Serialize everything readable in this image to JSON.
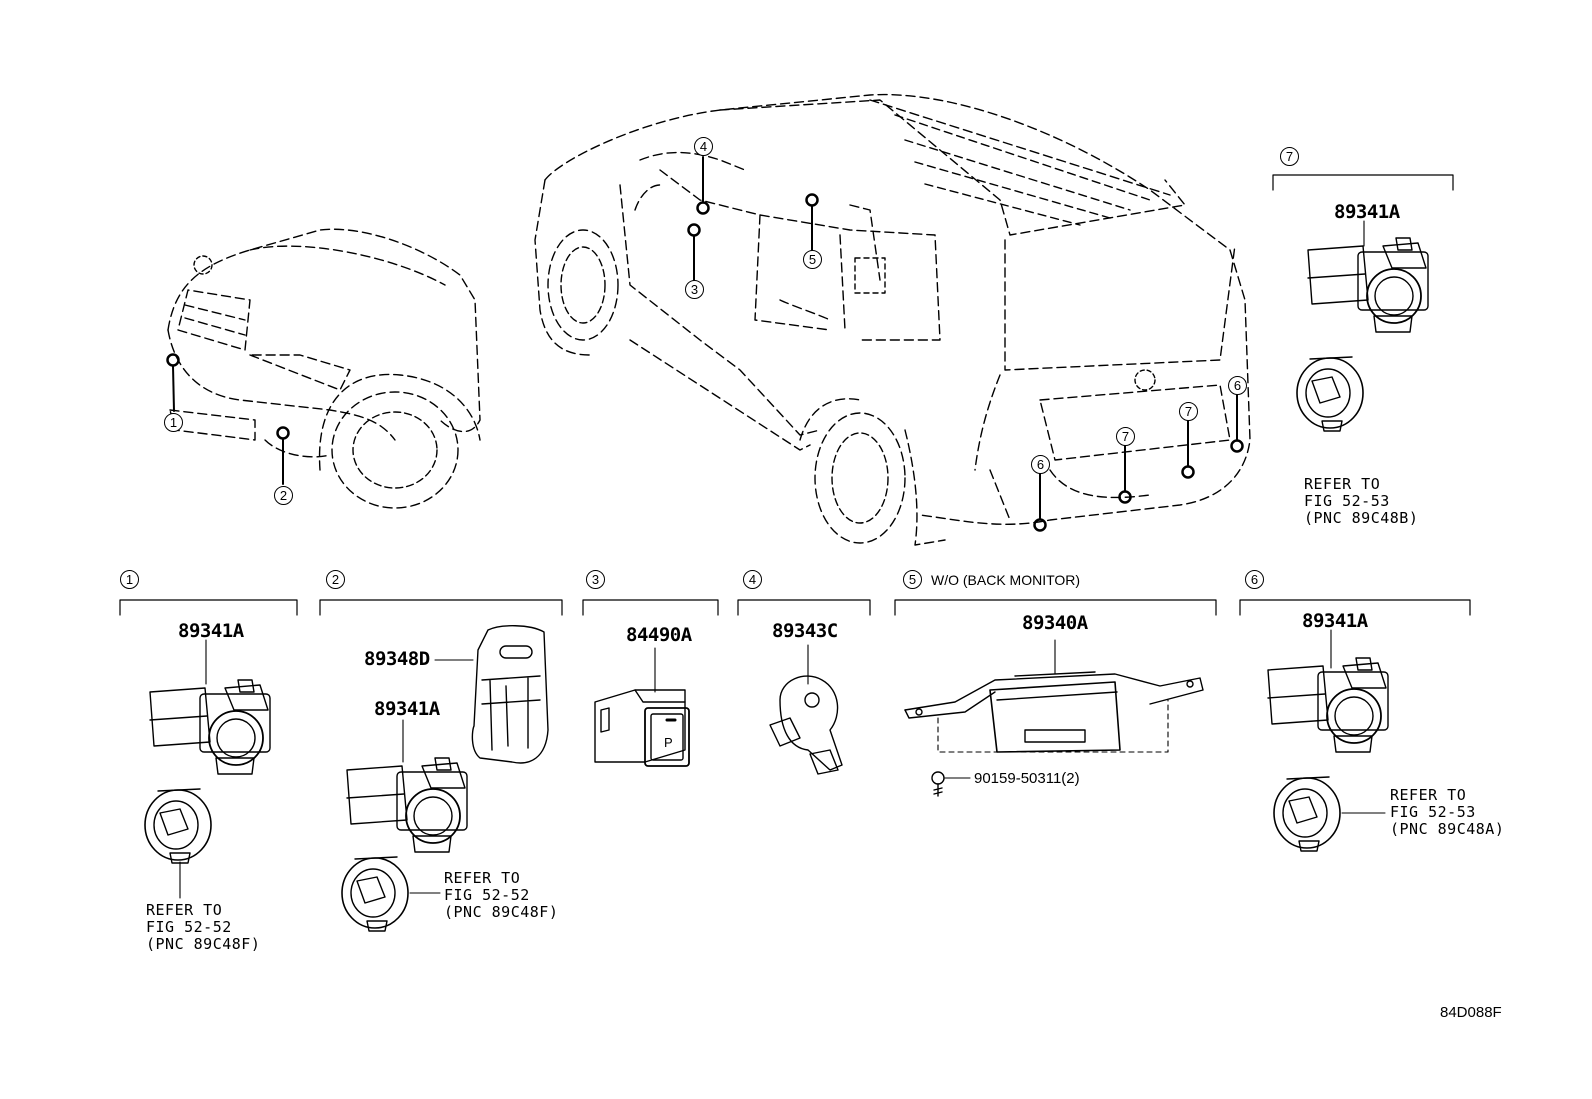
{
  "callouts": [
    "1",
    "2",
    "3",
    "4",
    "5",
    "6",
    "7"
  ],
  "sections": {
    "s1": {
      "num": "1",
      "part": "89341A",
      "refer": [
        "REFER TO",
        "FIG 52-52",
        "(PNC 89C48F)"
      ]
    },
    "s2": {
      "num": "2",
      "parts": [
        "89348D",
        "89341A"
      ],
      "refer": [
        "REFER TO",
        "FIG 52-52",
        "(PNC 89C48F)"
      ]
    },
    "s3": {
      "num": "3",
      "part": "84490A"
    },
    "s4": {
      "num": "4",
      "part": "89343C"
    },
    "s5": {
      "num": "5",
      "note": "W/O (BACK MONITOR)",
      "part": "89340A",
      "bolt": "90159-50311(2)"
    },
    "s6": {
      "num": "6",
      "part": "89341A",
      "refer": [
        "REFER TO",
        "FIG 52-53",
        "(PNC 89C48A)"
      ]
    },
    "s7": {
      "num": "7",
      "part": "89341A",
      "refer": [
        "REFER TO",
        "FIG 52-53",
        "(PNC 89C48B)"
      ]
    }
  },
  "switch_legend": "P",
  "diagram_code": "84D088F"
}
